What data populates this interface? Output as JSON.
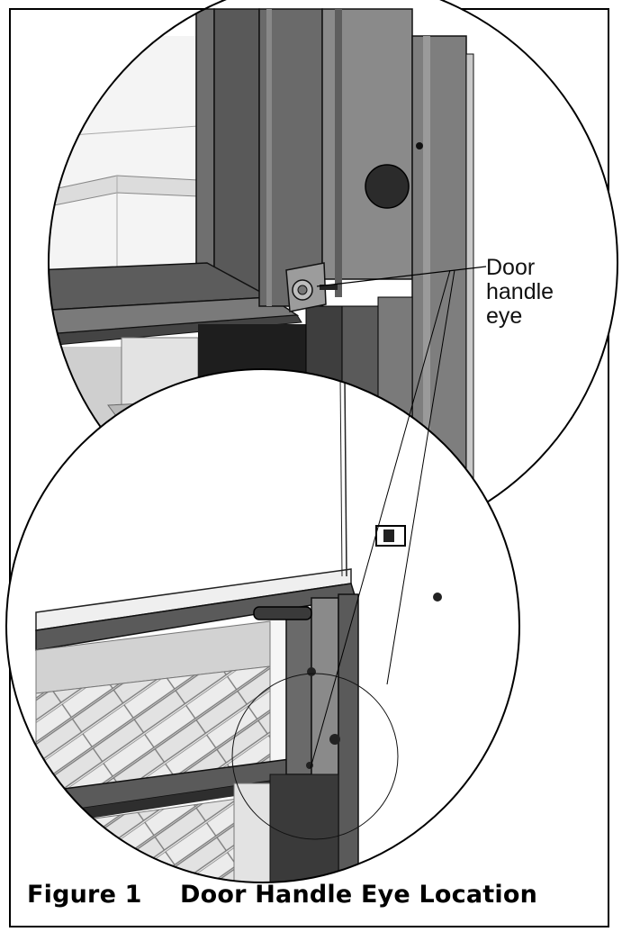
{
  "callout": {
    "text": "Door\nhandle\neye"
  },
  "caption": {
    "number": "Figure 1",
    "title": "Door Handle Eye Location"
  }
}
